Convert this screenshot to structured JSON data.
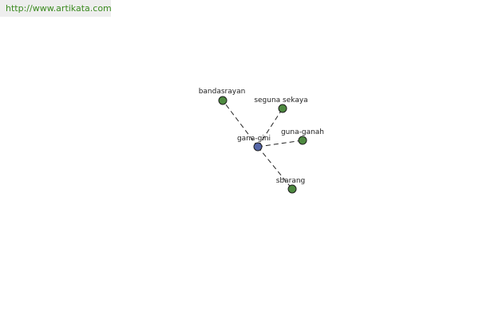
{
  "source_link": "http://www.artikata.com",
  "diagram": {
    "center": {
      "id": "center",
      "label": "gana-gini",
      "color": "#5566a8"
    },
    "nodes": [
      {
        "id": "bandasrayan",
        "label": "bandasrayan",
        "color": "#4e8a40"
      },
      {
        "id": "seguna-sekaya",
        "label": "seguna sekaya",
        "color": "#4e8a40"
      },
      {
        "id": "guna-ganah",
        "label": "guna-ganah",
        "color": "#4e8a40"
      },
      {
        "id": "sbarang",
        "label": "sbarang",
        "color": "#4e8a40"
      }
    ],
    "edges": [
      {
        "from": "center",
        "to": "bandasrayan"
      },
      {
        "from": "center",
        "to": "seguna-sekaya"
      },
      {
        "from": "center",
        "to": "guna-ganah"
      },
      {
        "from": "center",
        "to": "sbarang"
      }
    ]
  }
}
